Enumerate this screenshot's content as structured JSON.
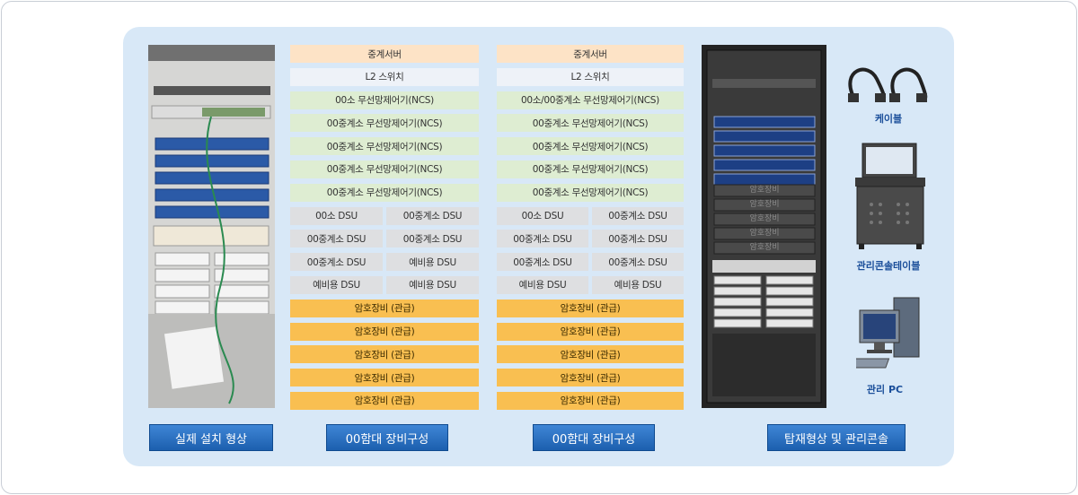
{
  "captions": {
    "photo": "실제 설치 형상",
    "config_a": "00함대 장비구성",
    "config_b": "00함대 장비구성",
    "rack_console": "탑재형상 및 관리콘솔"
  },
  "config_a": {
    "relay": "중계서버",
    "switch": "L2 스위치",
    "ncs": [
      "00소 무선망제어기(NCS)",
      "00중계소 무선망제어기(NCS)",
      "00중계소 무선망제어기(NCS)",
      "00중계소 무선망제어기(NCS)",
      "00중계소 무선망제어기(NCS)"
    ],
    "dsu": [
      [
        "00소 DSU",
        "00중계소 DSU"
      ],
      [
        "00중계소 DSU",
        "00중계소 DSU"
      ],
      [
        "00중계소 DSU",
        "예비용 DSU"
      ],
      [
        "예비용 DSU",
        "예비용 DSU"
      ]
    ],
    "crypto": [
      "암호장비 (관급)",
      "암호장비 (관급)",
      "암호장비 (관급)",
      "암호장비 (관급)",
      "암호장비 (관급)"
    ]
  },
  "config_b": {
    "relay": "중계서버",
    "switch": "L2 스위치",
    "ncs": [
      "00소/00중계소 무선망제어기(NCS)",
      "00중계소 무선망제어기(NCS)",
      "00중계소 무선망제어기(NCS)",
      "00중계소 무선망제어기(NCS)",
      "00중계소 무선망제어기(NCS)"
    ],
    "dsu": [
      [
        "00소 DSU",
        "00중계소 DSU"
      ],
      [
        "00중계소 DSU",
        "00중계소 DSU"
      ],
      [
        "00중계소 DSU",
        "00중계소 DSU"
      ],
      [
        "예비용 DSU",
        "예비용 DSU"
      ]
    ],
    "crypto": [
      "암호장비 (관급)",
      "암호장비 (관급)",
      "암호장비 (관급)",
      "암호장비 (관급)",
      "암호장비 (관급)"
    ]
  },
  "rack_labels": [
    "암호장비",
    "암호장비",
    "암호장비",
    "암호장비",
    "암호장비"
  ],
  "icons": {
    "cable": "케이블",
    "console_table": "관리콘솔테이블",
    "pc": "관리 PC"
  },
  "colors": {
    "relay": "#fde3c6",
    "ncs": "#deedd2",
    "crypto": "#f9bf51",
    "dsu": "#dedfe1",
    "caption": "#2a6fc0",
    "panel": "#d8e8f7"
  }
}
